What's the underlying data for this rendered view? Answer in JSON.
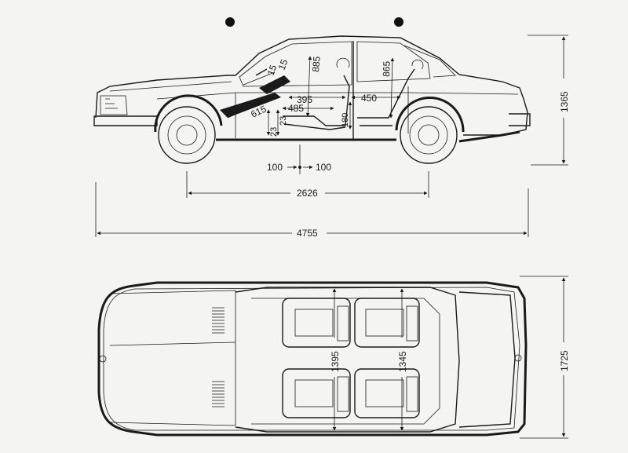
{
  "side_view": {
    "seat_angle_left": "15",
    "seat_angle_right": "15",
    "headroom_front": "885",
    "headroom_rear": "865",
    "front_legroom": "615",
    "seat_depth": "395",
    "seat_to_pedal": "485",
    "rear_legroom": "450",
    "seat_height_a": "23",
    "seat_height_b": "23",
    "cushion_height": "180",
    "seat_travel_left": "100",
    "seat_travel_right": "100",
    "wheelbase": "2626",
    "overall_length": "4755",
    "overall_height": "1365"
  },
  "top_view": {
    "front_shoulder_width": "1395",
    "rear_shoulder_width": "1345",
    "overall_width": "1725"
  },
  "colors": {
    "ink": "#1a1a1a",
    "paper": "#f4f4f2"
  }
}
